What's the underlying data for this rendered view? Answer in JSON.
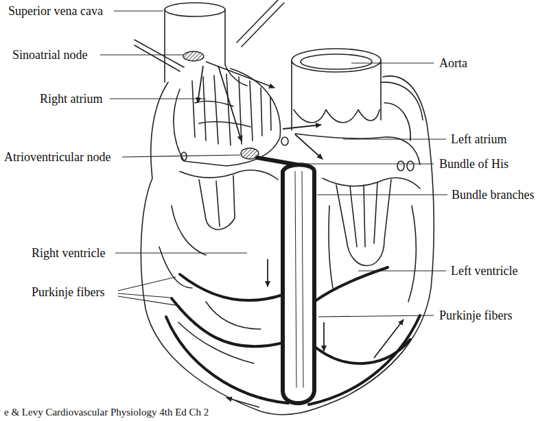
{
  "diagram": {
    "caption": "e & Levy Cardiovascular Physiology 4th Ed Ch 2",
    "labels": [
      "Superior vena cava",
      "Sinoatrial node",
      "Right atrium",
      "Atrioventricular node",
      "Right ventricle",
      "Purkinje fibers",
      "Aorta",
      "Left atrium",
      "Bundle of His",
      "Bundle branches",
      "Left ventricle",
      "Purkinje fibers"
    ]
  }
}
